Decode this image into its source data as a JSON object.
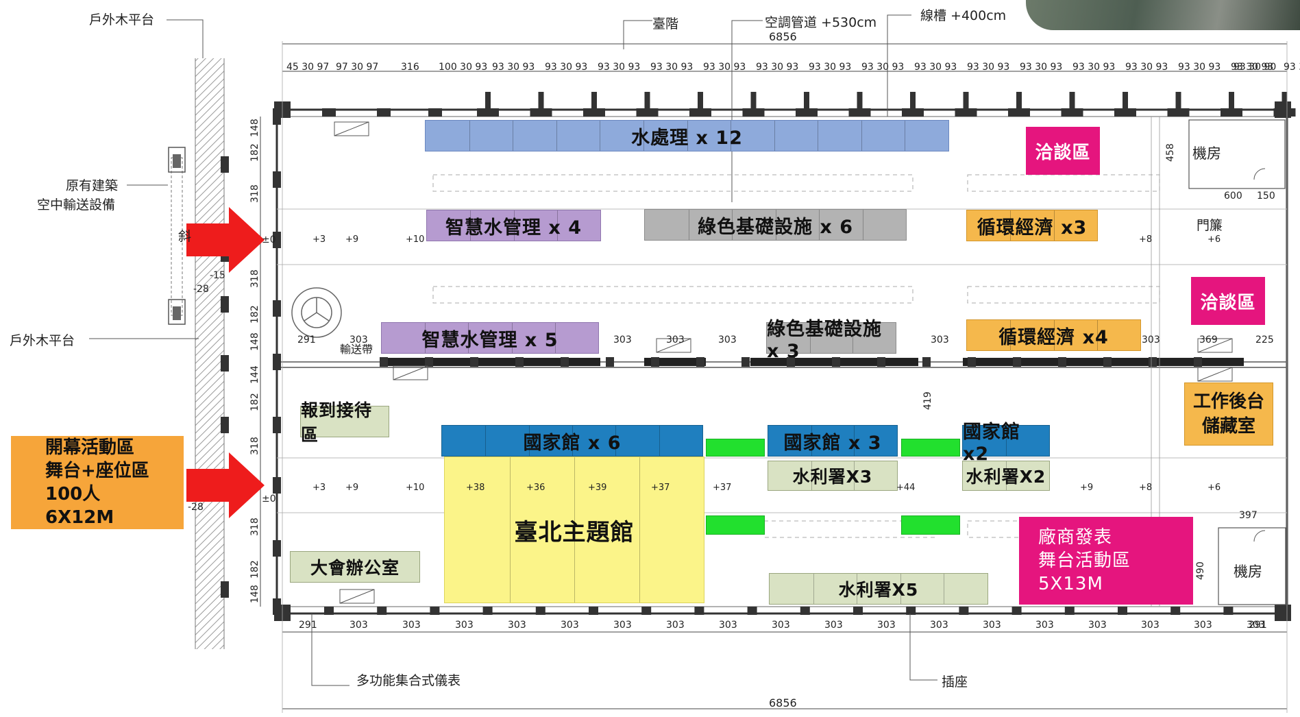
{
  "callouts": {
    "outdoor_deck_top": "戶外木平台",
    "stage_steps": "臺階",
    "ac_duct": "空調管道 +530cm",
    "cable_tray": "線槽 +400cm",
    "existing_building_1": "原有建築",
    "existing_building_2": "空中輸送設備",
    "slope_char": "斜",
    "outdoor_deck_left": "戶外木平台",
    "conveyor": "輸送帶",
    "curtain": "門簾",
    "meter": "多功能集合式儀表",
    "outlet": "插座"
  },
  "rooms": {
    "machine_room_top": "機房",
    "machine_room_bottom": "機房"
  },
  "zones": {
    "water_treatment": "水處理 x 12",
    "smart_water_top": "智慧水管理 x 4",
    "green_infra_top": "綠色基礎設施 x 6",
    "circular_top": "循環經濟 x3",
    "negotiation_top": "洽談區",
    "negotiation_mid": "洽談區",
    "smart_water_bottom": "智慧水管理 x 5",
    "green_infra_bottom": "綠色基礎設施 x 3",
    "circular_bottom": "循環經濟 x4",
    "reception": "報到接待區",
    "national_6": "國家館 x 6",
    "national_3": "國家館 x 3",
    "national_2": "國家館 x2",
    "wra_3": "水利署X3",
    "wra_2": "水利署X2",
    "wra_5": "水利署X5",
    "taipei": "臺北主題館",
    "office": "大會辦公室",
    "staff_1": "工作後台",
    "staff_2": "儲藏室",
    "vendor_1": "廠商發表",
    "vendor_2": "舞台活動區",
    "vendor_3": "5X13M"
  },
  "opening": {
    "line1": "開幕活動區",
    "line2": "舞台+座位區",
    "line3": "100人",
    "line4": "6X12M"
  },
  "dims": {
    "total_top": "6856",
    "total_bottom": "6856",
    "top_chain_1": "45 30 97",
    "top_chain_2": "97 30 97",
    "top_chain_3": "316",
    "top_chain_4": "100 30 93",
    "top_chain_rep": "93 30 93",
    "top_chain_end": "93 30 90",
    "bottom_left": "291",
    "bottom_rep": "303",
    "bottom_right": "291",
    "mid_left": "291",
    "mid_rep": "303",
    "mid_369": "369",
    "mid_225": "225",
    "v_148": "148",
    "v_182": "182",
    "v_318": "318",
    "v_144": "144",
    "v_458": "458",
    "v_419": "419",
    "v_490": "490",
    "h_600": "600",
    "h_150": "150",
    "h_397": "397",
    "lv_m15": "-15",
    "lv_m28a": "-28",
    "lv_m28b": "-28",
    "lv_0a": "±0",
    "lv_0b": "±0"
  },
  "levels_top": [
    "+3",
    "+9",
    "+10",
    "+8",
    "+6"
  ],
  "levels_bottom": [
    "+3",
    "+9",
    "+10",
    "+37",
    "+44",
    "+9",
    "+8",
    "+6"
  ],
  "levels_taipei": [
    "+38",
    "+36",
    "+39",
    "+37"
  ],
  "colors": {
    "blue": "#8eaadb",
    "purple": "#b69bd0",
    "gray": "#b3b3b3",
    "orange": "#f5b84c",
    "navy": "#1f7fbf",
    "sage": "#d9e2c3",
    "yellow": "#fbf489",
    "green": "#22e02e",
    "pink": "#e5157e",
    "arrow": "#ee1c1c",
    "opening": "#f6a53a"
  },
  "icons": [
    "entry-arrow-icon",
    "column-icon",
    "fan-icon",
    "door-icon"
  ]
}
